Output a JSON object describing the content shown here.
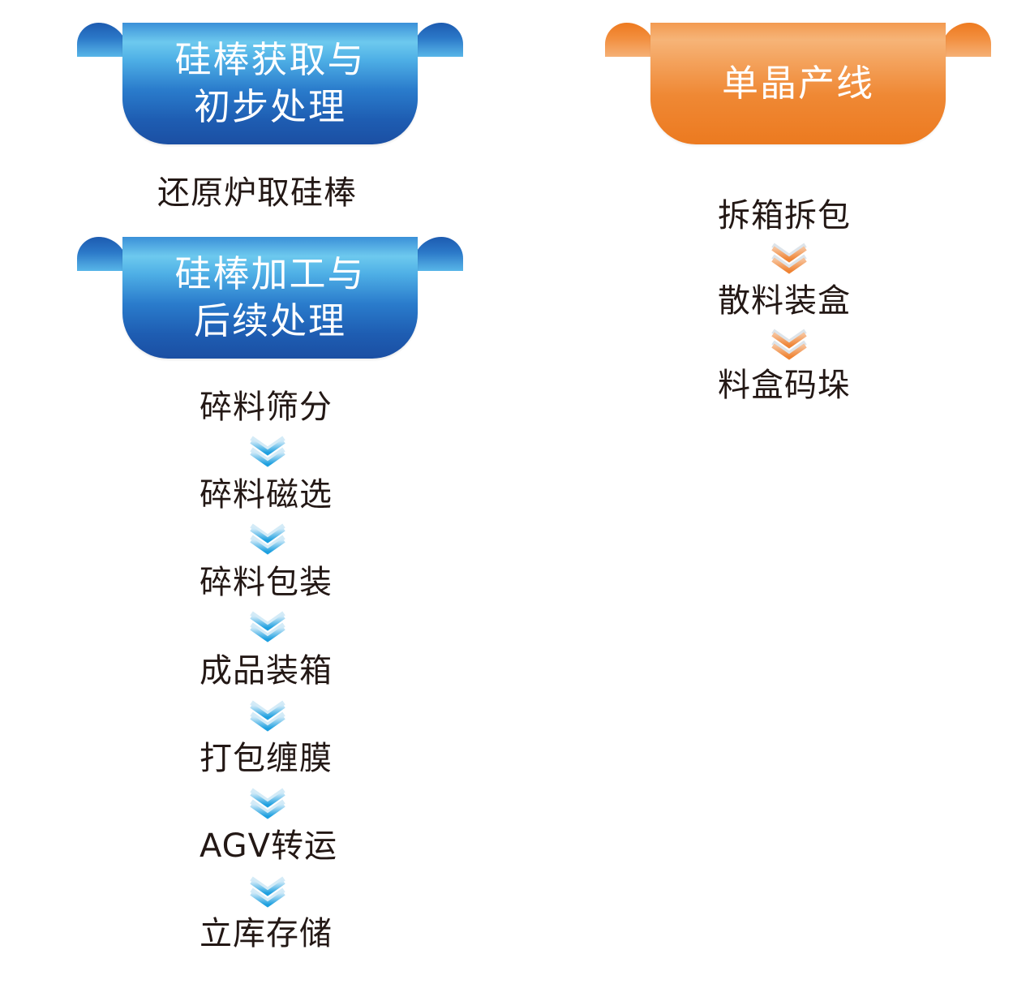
{
  "colors": {
    "blue_accent": "#2a7ccc",
    "orange_accent": "#ef8834",
    "text": "#231815"
  },
  "left_column": {
    "section1": {
      "title": "硅棒获取与\n初步处理",
      "steps": [
        "还原炉取硅棒"
      ]
    },
    "section2": {
      "title": "硅棒加工与\n后续处理",
      "steps": [
        "碎料筛分",
        "碎料磁选",
        "碎料包装",
        "成品装箱",
        "打包缠膜",
        "AGV转运",
        "立库存储"
      ],
      "arrow_icon": "double-chevron-down-blue"
    }
  },
  "right_column": {
    "section1": {
      "title": "单晶产线",
      "steps": [
        "拆箱拆包",
        "散料装盒",
        "料盒码垛"
      ],
      "arrow_icon": "double-chevron-down-orange"
    }
  }
}
